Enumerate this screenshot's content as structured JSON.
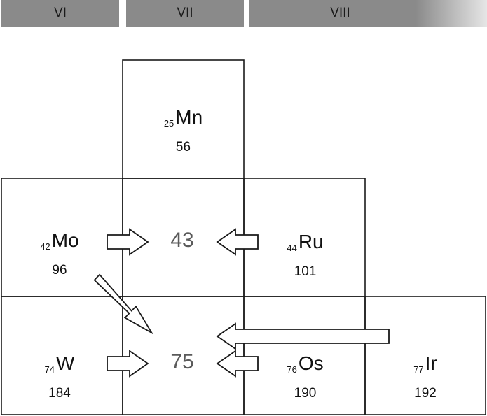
{
  "header": {
    "group_6": "VI",
    "group_7": "VII",
    "group_8": "VIII"
  },
  "elements": {
    "mn": {
      "number": "25",
      "symbol": "Mn",
      "mass": "56"
    },
    "mo": {
      "number": "42",
      "symbol": "Mo",
      "mass": "96"
    },
    "ru": {
      "number": "44",
      "symbol": "Ru",
      "mass": "101"
    },
    "w": {
      "number": "74",
      "symbol": "W",
      "mass": "184"
    },
    "os": {
      "number": "76",
      "symbol": "Os",
      "mass": "190"
    },
    "ir": {
      "number": "77",
      "symbol": "Ir",
      "mass": "192"
    }
  },
  "missing": {
    "z43": "43",
    "z75": "75"
  },
  "colors": {
    "header_bg": "#8a8a8a",
    "missing_text": "#5a5a5a",
    "line": "#1a1a1a"
  }
}
